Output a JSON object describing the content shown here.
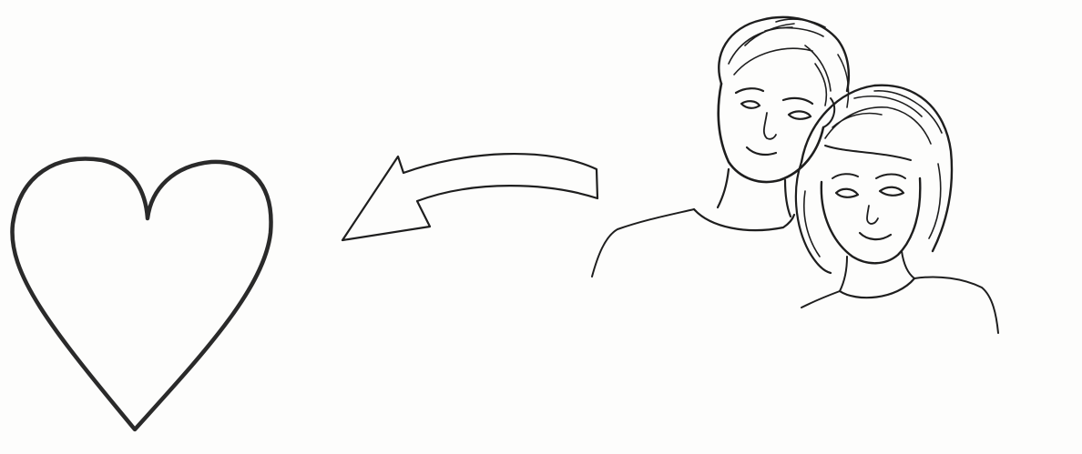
{
  "scene": {
    "background_color": "#fdfdfc",
    "ink_color": "#1e1e1e",
    "elements": [
      {
        "name": "heart-outline",
        "kind": "icon"
      },
      {
        "name": "curved-arrow",
        "kind": "icon",
        "direction": "left"
      },
      {
        "name": "couple-sketch",
        "kind": "illustration",
        "figures": [
          "man",
          "woman"
        ]
      }
    ]
  }
}
